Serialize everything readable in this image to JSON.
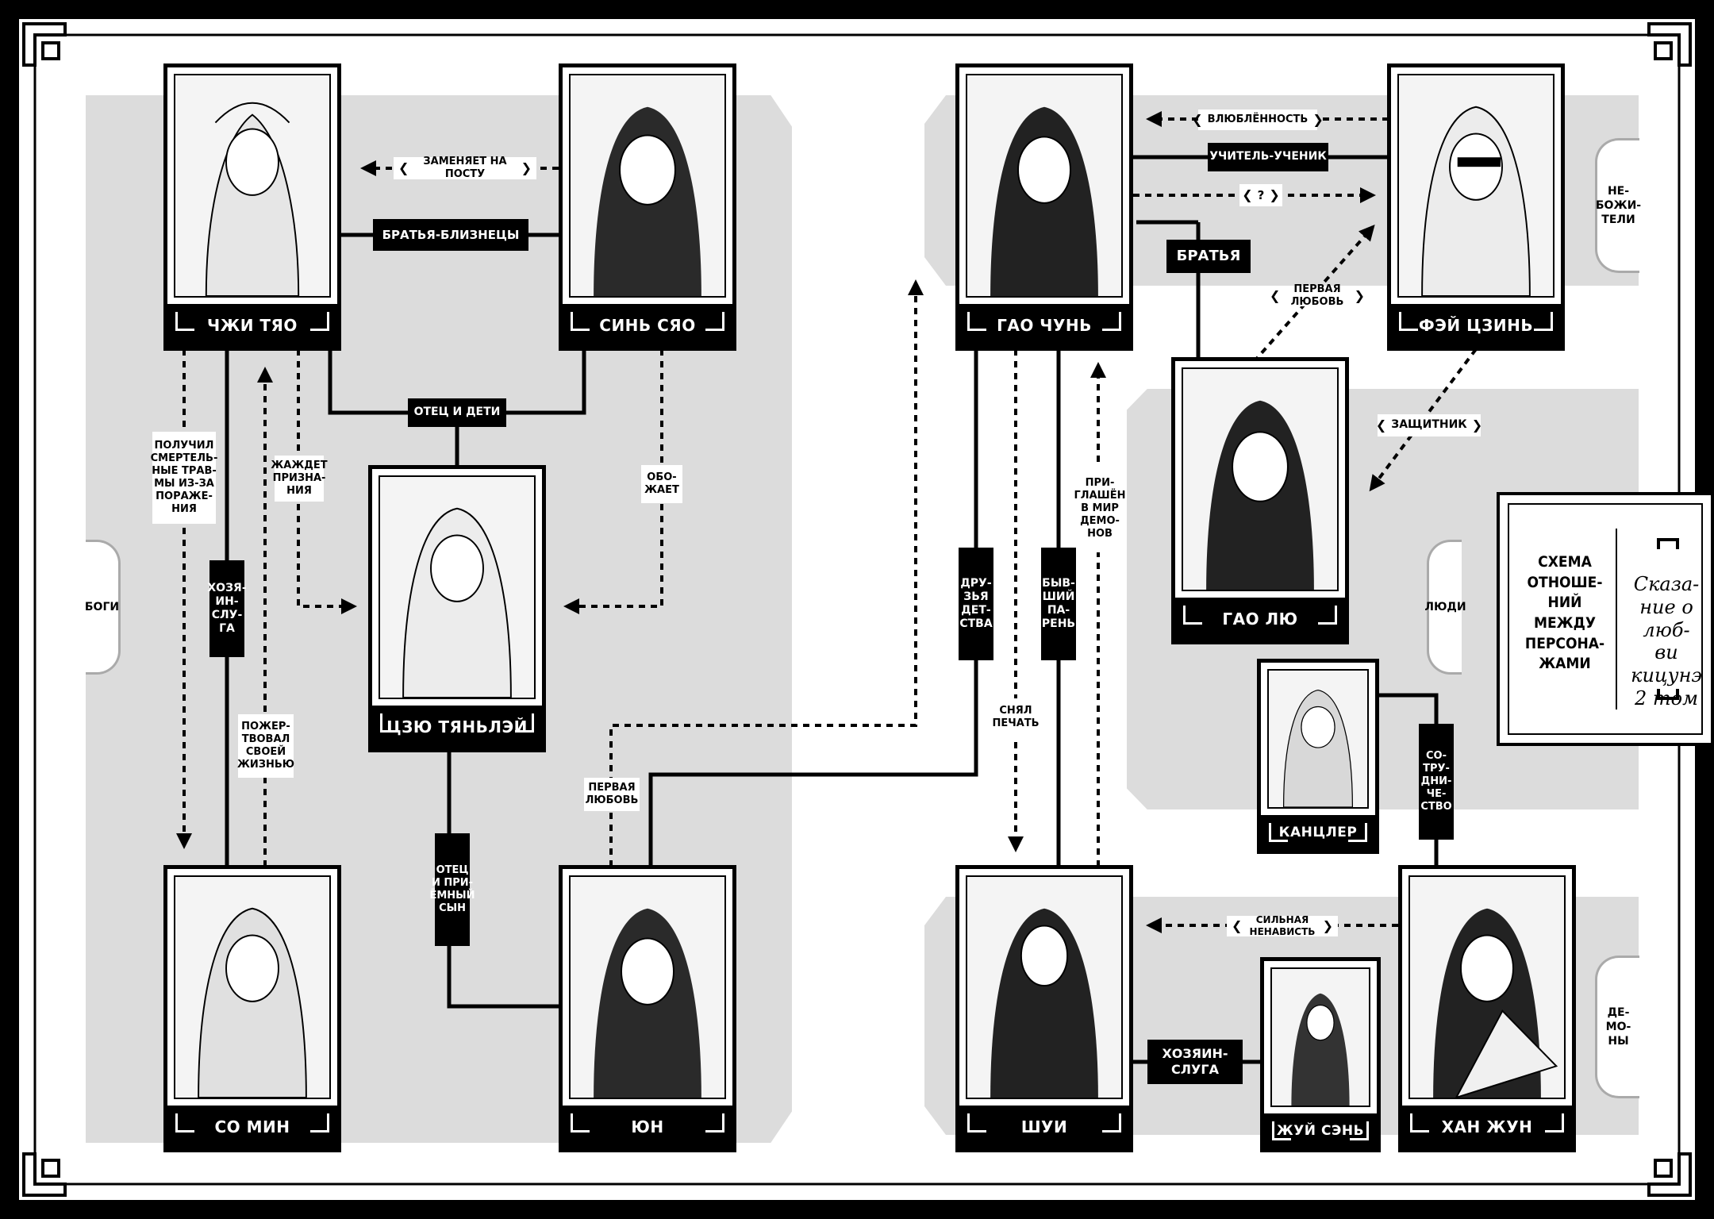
{
  "diagram": {
    "title_scheme": "СХЕМА\nОТНОШЕ-\nНИЙ МЕЖДУ\nПЕРСОНА-\nЖАМИ",
    "book_title": "Сказа-\nние о люб-\nви кицунэ\n2 том",
    "categories": {
      "gods": "БОГИ",
      "immortals": "НЕ-\nБОЖИ-\nТЕЛИ",
      "humans": "ЛЮДИ",
      "demons": "ДЕ-\nМО-\nНЫ"
    },
    "characters": {
      "zhi_tiao": "ЧЖИ ТЯО",
      "xin_xiao": "СИНЬ СЯО",
      "jiu_tianlei": "ЦЗЮ ТЯНЬЛЭЙ",
      "so_min": "СО МИН",
      "yun": "ЮН",
      "gao_chun": "ГАО ЧУНЬ",
      "fei_jing": "ФЭЙ ЦЗИНЬ",
      "gao_liu": "ГАО ЛЮ",
      "chancellor": "КАНЦЛЕР",
      "shui": "ШУИ",
      "rui_sen": "ЖУЙ СЭНЬ",
      "han_rong": "ХАН ЖУН"
    },
    "relations": {
      "twins": "БРАТЬЯ-БЛИЗНЕЦЫ",
      "father_children": "ОТЕЦ И ДЕТИ",
      "master_servant_1": "ХОЗЯ-\nИН-\nСЛУ-\nГА",
      "father_adopted": "ОТЕЦ\nИ ПРИ-\nЁМНЫЙ\nСЫН",
      "brothers": "БРАТЬЯ",
      "teacher_student": "УЧИТЕЛЬ-УЧЕНИК",
      "childhood_friends": "ДРУ-\nЗЬЯ\nДЕТ-\nСТВА",
      "ex_boyfriend": "БЫВ-\nШИЙ\nПА-\nРЕНЬ",
      "cooperation": "СО-\nТРУ-\nДНИ-\nЧЕ-\nСТВО",
      "master_servant_2": "ХОЗЯИН-\nСЛУГА"
    },
    "annotations": {
      "replaces": "ЗАМЕНЯЕТ НА ПОСТУ",
      "got_wounds": "ПОЛУЧИЛ\nСМЕРТЕЛЬ-\nНЫЕ ТРАВ-\nМЫ ИЗ-ЗА\nПОРАЖЕ-\nНИЯ",
      "craves": "ЖАЖДЕТ\nПРИЗНА-\nНИЯ",
      "adores": "ОБО-\nЖАЕТ",
      "sacrificed": "ПОЖЕР-\nТВОВАЛ\nСВОЕЙ\nЖИЗНЬЮ",
      "first_love_1": "ПЕРВАЯ\nЛЮБОВЬ",
      "love": "ВЛЮБЛЁННОСТЬ",
      "question": "?",
      "first_love_2": "ПЕРВАЯ ЛЮБОВЬ",
      "protector": "ЗАЩИТНИК",
      "invited": "ПРИ-\nГЛАШЁН\nВ МИР\nДЕМО-\nНОВ",
      "broke_seal": "СНЯЛ\nПЕЧАТЬ",
      "hatred": "СИЛЬНАЯ НЕНАВИСТЬ"
    }
  },
  "colors": {
    "zone_gray": "#dcdcdc",
    "frame_black": "#000000",
    "paper_white": "#ffffff"
  }
}
